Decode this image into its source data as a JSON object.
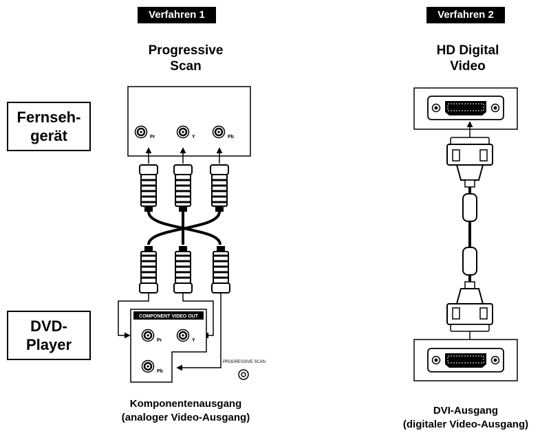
{
  "method1": {
    "badge": "Verfahren 1",
    "title_line1": "Progressive",
    "title_line2": "Scan",
    "caption_line1": "Komponentenausgang",
    "caption_line2": "(analoger Video-Ausgang)"
  },
  "method2": {
    "badge": "Verfahren 2",
    "title_line1": "HD Digital",
    "title_line2": "Video",
    "caption_line1": "DVI-Ausgang",
    "caption_line2": "(digitaler Video-Ausgang)"
  },
  "labels": {
    "tv_line1": "Fernseh-",
    "tv_line2": "gerät",
    "dvd_line1": "DVD-",
    "dvd_line2": "Player"
  },
  "tv_jacks": {
    "pr": "Pr",
    "y": "Y",
    "pb": "Pb"
  },
  "dvd_panel": {
    "header": "COMPONENT VIDEO OUT",
    "pr": "Pr",
    "y": "Y",
    "pb": "Pb",
    "progressive": "PROGRESSIVE SCAN"
  }
}
